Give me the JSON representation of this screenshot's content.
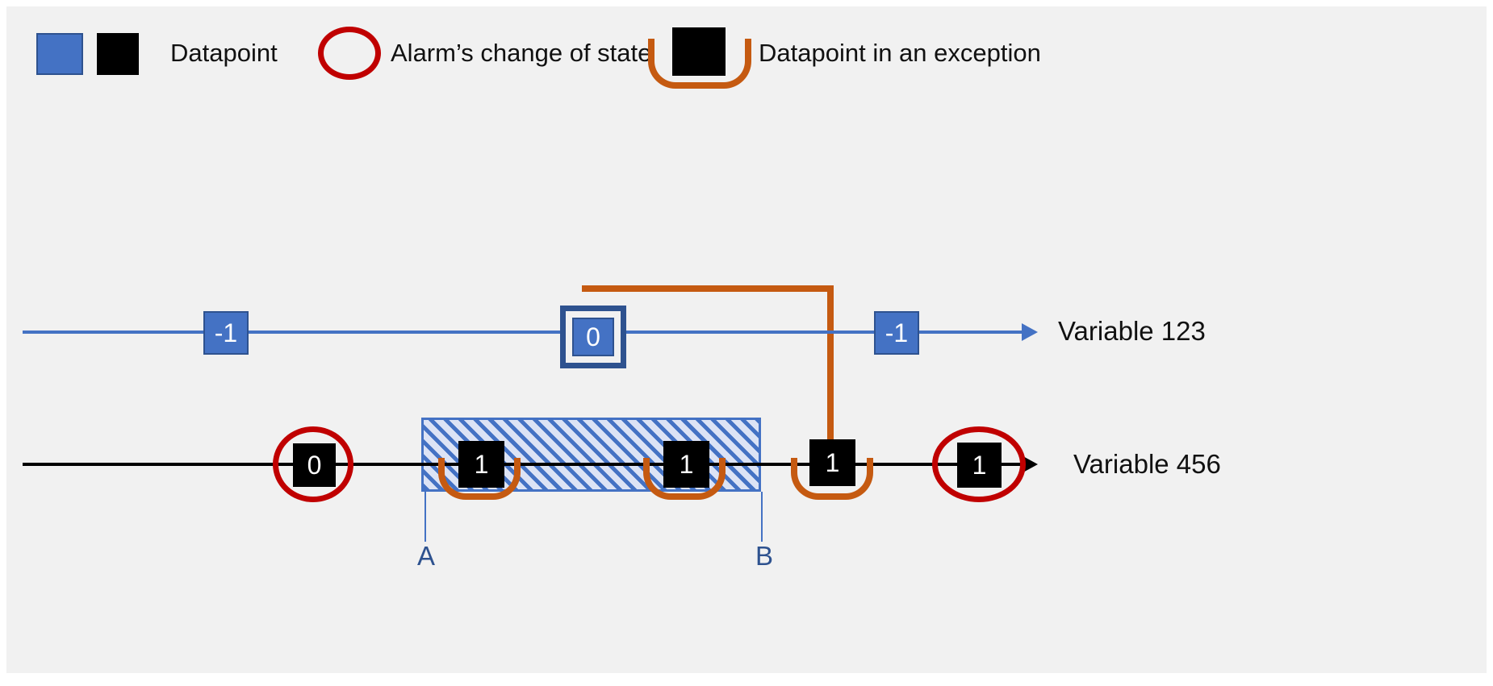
{
  "figure": {
    "background_color": "#f1f1f1",
    "accent_blue": "#4472c4",
    "dark_blue": "#2e528f",
    "alarm_red": "#c00000",
    "exception_orange": "#c55a11",
    "black": "#000000"
  },
  "legend": {
    "items": [
      {
        "id": "datapoint",
        "label": "Datapoint",
        "swatches": [
          "blue-square",
          "black-square"
        ]
      },
      {
        "id": "alarm-change-of-state",
        "label": "Alarm’s change of state",
        "swatches": [
          "red-ellipse"
        ]
      },
      {
        "id": "datapoint-in-exception",
        "label": "Datapoint in an exception",
        "swatches": [
          "black-square-with-orange-bracket"
        ]
      }
    ]
  },
  "timelines": [
    {
      "id": "variable-123",
      "label": "Variable 123",
      "color": "#4472c4",
      "style": "blue",
      "datapoints": [
        {
          "value": "-1",
          "highlighted": false,
          "in_exception": false,
          "alarm_change": false
        },
        {
          "value": "0",
          "highlighted": true,
          "in_exception": false,
          "alarm_change": false
        },
        {
          "value": "-1",
          "highlighted": false,
          "in_exception": false,
          "alarm_change": false
        }
      ]
    },
    {
      "id": "variable-456",
      "label": "Variable 456",
      "color": "#000000",
      "style": "black",
      "datapoints": [
        {
          "value": "0",
          "highlighted": false,
          "in_exception": false,
          "alarm_change": true
        },
        {
          "value": "1",
          "highlighted": false,
          "in_exception": true,
          "alarm_change": false
        },
        {
          "value": "1",
          "highlighted": false,
          "in_exception": true,
          "alarm_change": false
        },
        {
          "value": "1",
          "highlighted": false,
          "in_exception": true,
          "alarm_change": false
        },
        {
          "value": "1",
          "highlighted": false,
          "in_exception": false,
          "alarm_change": true
        }
      ]
    }
  ],
  "interval": {
    "start_label": "A",
    "end_label": "B",
    "fill": "hatched-blue"
  },
  "connector": {
    "id": "exception-link",
    "color": "#c55a11",
    "from": "variable-123-datapoint-0",
    "to": "variable-456-datapoint-1-exception"
  }
}
